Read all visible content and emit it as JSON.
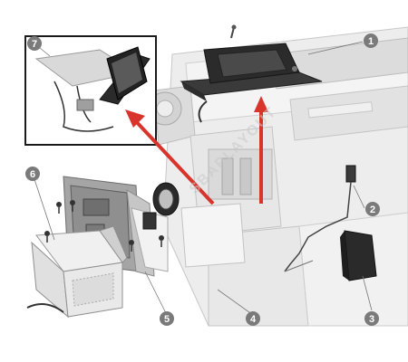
{
  "diagram": {
    "callouts": [
      {
        "id": "c1",
        "label": "1",
        "part": "front-panel-assembly"
      },
      {
        "id": "c2",
        "label": "2",
        "part": "cable-assembly"
      },
      {
        "id": "c3",
        "label": "3",
        "part": "ink-supply-cover"
      },
      {
        "id": "c4",
        "label": "4",
        "part": "screws"
      },
      {
        "id": "c5",
        "label": "5",
        "part": "formatter-bracket"
      },
      {
        "id": "c6",
        "label": "6",
        "part": "power-supply-unit"
      },
      {
        "id": "c7",
        "label": "7",
        "part": "front-panel-detail"
      }
    ],
    "watermark": "SBAPLAYOUT",
    "colors": {
      "frame": "#e6e6e6",
      "frame_edge": "#b7b7b7",
      "arrow": "#d9342b",
      "callout_fill": "#7a7a7a",
      "panel_body": "#2b2b2b",
      "screen": "#4a4a4a",
      "board": "#8f8f8f",
      "psu": "#e9e9e9"
    }
  }
}
